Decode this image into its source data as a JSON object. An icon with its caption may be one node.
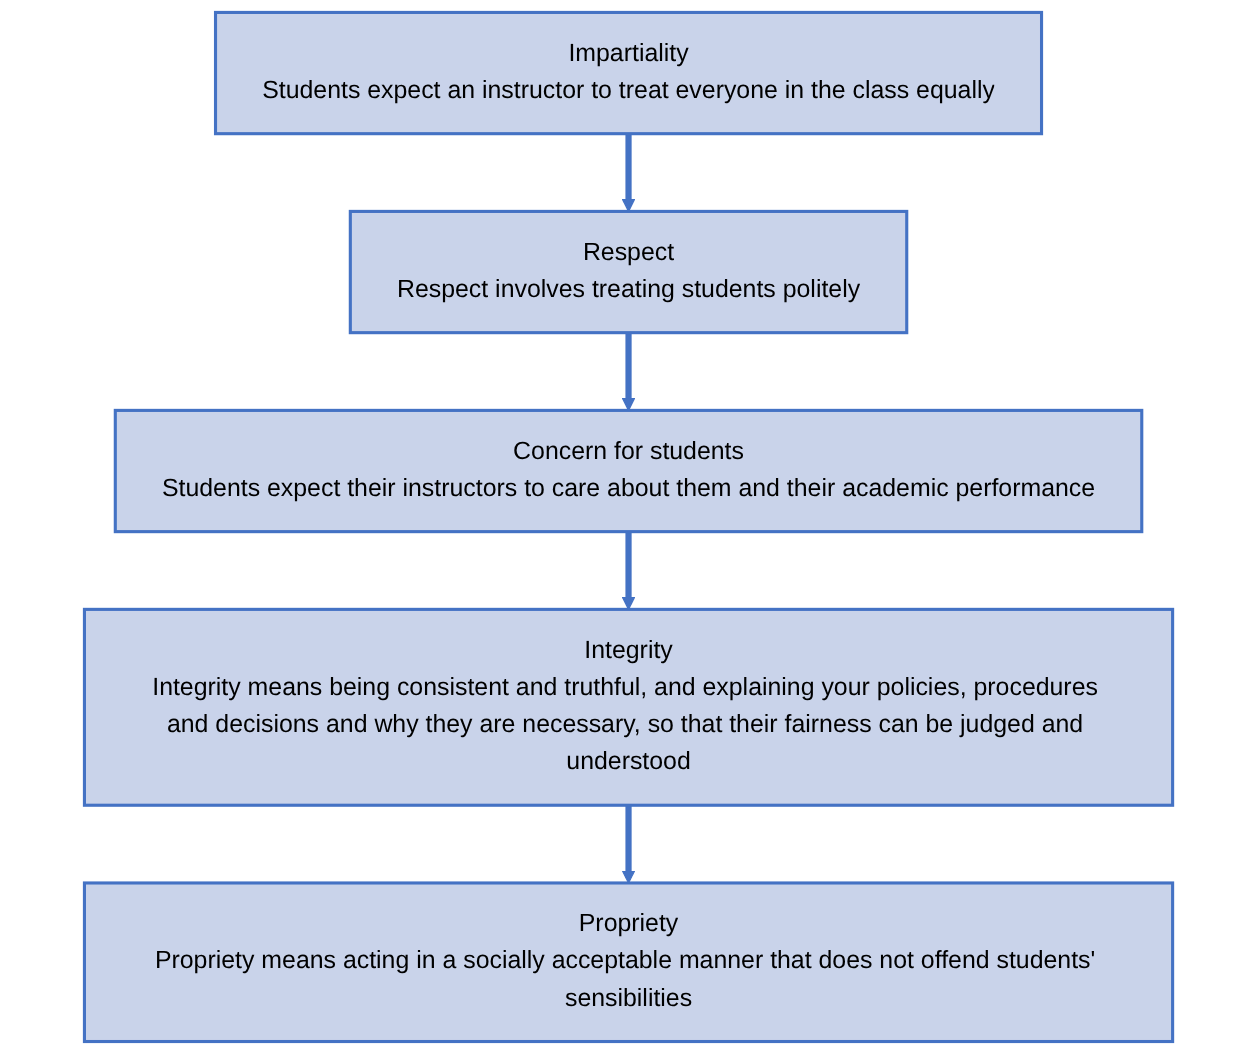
{
  "diagram": {
    "nodes": [
      {
        "text": [
          "Impartiality",
          "Students expect an instructor to treat everyone in the class equally"
        ]
      },
      {
        "text": [
          "Respect",
          "Respect involves treating students politely"
        ]
      },
      {
        "text": [
          "Concern for students",
          "Students expect their instructors to care about them and their academic performance"
        ]
      },
      {
        "text": [
          "Integrity",
          "Integrity means being consistent and truthful, and explaining your policies, procedures and decisions and why they are necessary, so that their fairness can be judged and understood"
        ]
      },
      {
        "text": [
          "Propriety",
          "Propriety means acting in a socially acceptable manner that does not offend students' sensibilities"
        ]
      }
    ],
    "edges": [
      {
        "from": 0,
        "to": 1,
        "arrow": "to"
      },
      {
        "from": 1,
        "to": 2,
        "arrow": "to"
      },
      {
        "from": 2,
        "to": 3,
        "arrow": "to"
      },
      {
        "from": 3,
        "to": 4,
        "arrow": "to"
      }
    ]
  }
}
